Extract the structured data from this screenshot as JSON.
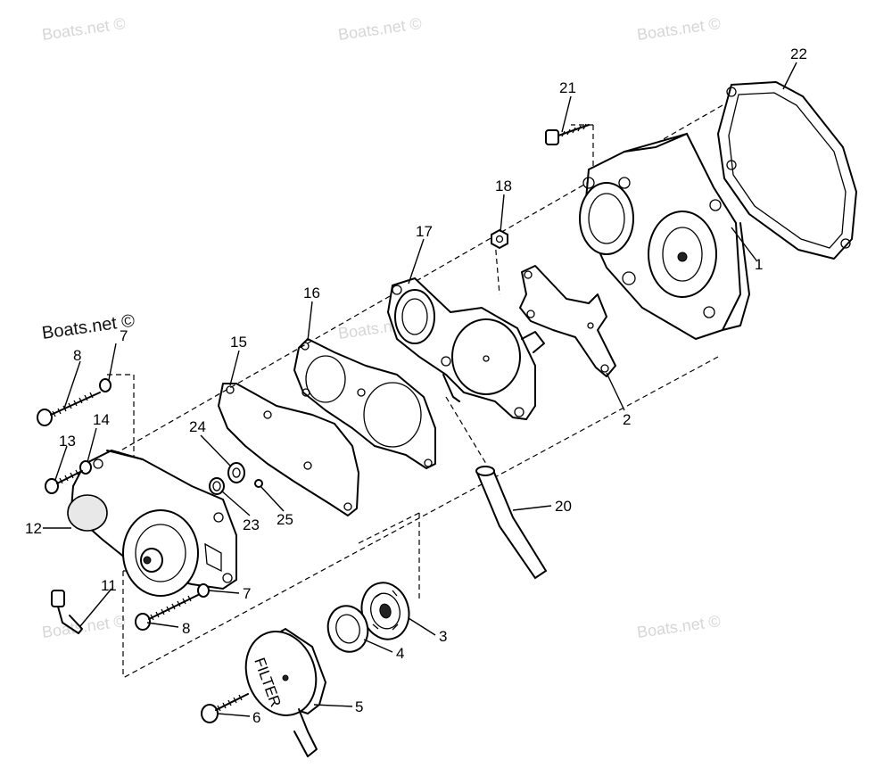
{
  "watermarks": [
    {
      "text": "Boats.net ©"
    },
    {
      "text": "Boats.net ©"
    },
    {
      "text": "Boats.net ©"
    },
    {
      "text": "Boats.net ©"
    },
    {
      "text": "Boats.net ©"
    },
    {
      "text": "Boats.net ©"
    },
    {
      "text": "Boats.net ©"
    }
  ],
  "filter_label": "FILTER",
  "callouts": [
    "1",
    "2",
    "3",
    "4",
    "5",
    "6",
    "7",
    "7",
    "8",
    "8",
    "11",
    "12",
    "13",
    "14",
    "15",
    "16",
    "17",
    "18",
    "20",
    "21",
    "22",
    "23",
    "24",
    "25"
  ]
}
